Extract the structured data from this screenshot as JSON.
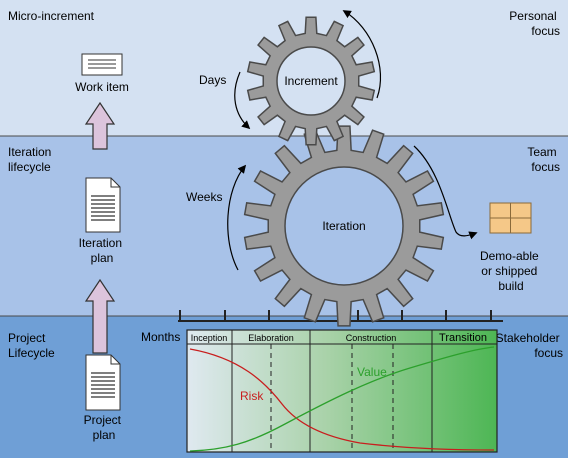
{
  "bands": {
    "top": {
      "left": "Micro-increment",
      "right": [
        "Personal",
        "focus"
      ]
    },
    "middle": {
      "left": [
        "Iteration",
        "lifecycle"
      ],
      "right": [
        "Team",
        "focus"
      ]
    },
    "bottom": {
      "left": [
        "Project",
        "Lifecycle"
      ],
      "right": [
        "Stakeholder",
        "focus"
      ]
    }
  },
  "artifacts": {
    "work_item": "Work item",
    "iteration_plan": [
      "Iteration",
      "plan"
    ],
    "project_plan": [
      "Project",
      "plan"
    ],
    "deliverable": [
      "Demo-able",
      "or shipped",
      "build"
    ]
  },
  "gears": {
    "small": {
      "label": "Increment",
      "cycle": "Days"
    },
    "large": {
      "label": "Iteration",
      "cycle": "Weeks"
    }
  },
  "timeline": {
    "months_label": "Months",
    "phases": [
      "Inception",
      "Elaboration",
      "Construction",
      "Transition"
    ],
    "curves": {
      "risk": "Risk",
      "value": "Value"
    }
  },
  "colors": {
    "band_top": "#d4e1f2",
    "band_middle": "#a8c2e8",
    "band_bottom": "#6f9fd6",
    "gear_fill": "#9b9b9b",
    "arrow_fill": "#dcc4dc",
    "phase_green": "#4db654",
    "risk_curve": "#c81e1e",
    "value_curve": "#2ca02c",
    "deliverable": "#f5c888"
  }
}
